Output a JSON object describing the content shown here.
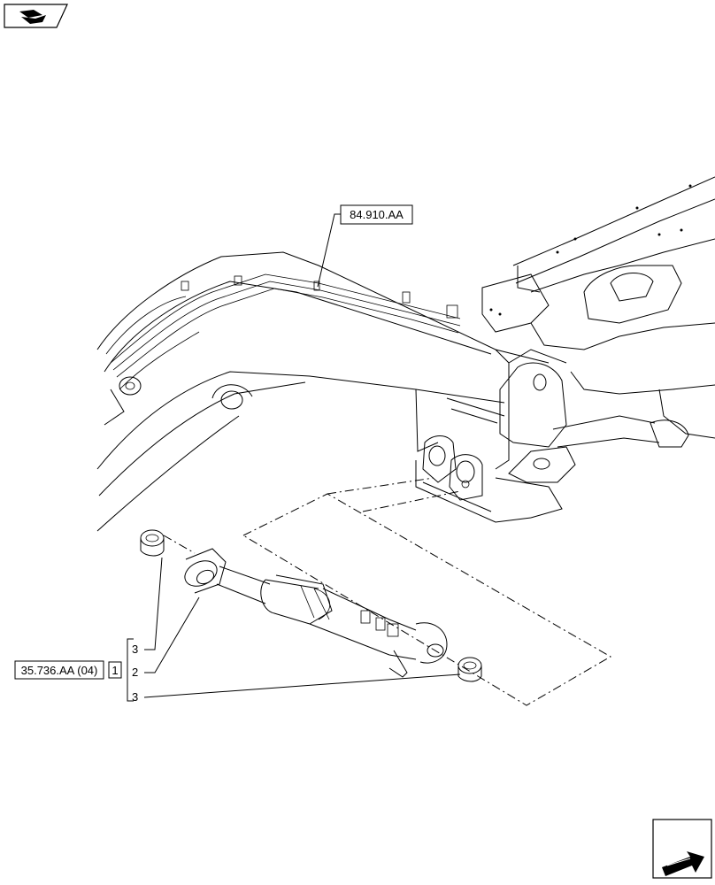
{
  "references": {
    "boom_ref": "84.910.AA",
    "part_ref": "35.736.AA (04)",
    "assembly_index": "1"
  },
  "callouts": [
    "3",
    "2",
    "3"
  ],
  "icons": {
    "top_left": "open-book-arrow-icon",
    "bottom_right": "next-page-arrow-icon"
  }
}
